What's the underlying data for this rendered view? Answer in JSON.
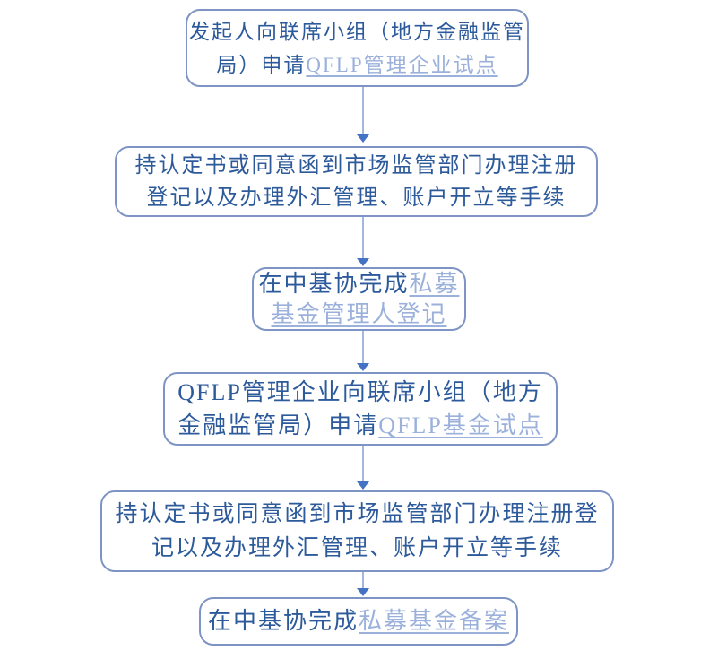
{
  "diagram": {
    "type": "flowchart",
    "direction": "top-down",
    "background": "#ffffff",
    "colors": {
      "node_border": "#7E94C4",
      "text": "#2D5A9B",
      "link_text": "#9BB1DB",
      "arrow_line": "#A2B8DC",
      "arrow_head": "#4472C4"
    },
    "steps": [
      {
        "name": "apply-qflp-management-enterprise-pilot",
        "lines": [
          {
            "segments": [
              {
                "text": "发起人向联席小组（地方金融监管",
                "style": "normal"
              }
            ]
          },
          {
            "segments": [
              {
                "text": "局）申请",
                "style": "normal"
              },
              {
                "text": "QFLP管理企业试点",
                "style": "link"
              }
            ]
          }
        ]
      },
      {
        "name": "registration-and-forex-procedures-1",
        "lines": [
          {
            "segments": [
              {
                "text": "持认定书或同意函到市场监管部门办理注册",
                "style": "normal"
              }
            ]
          },
          {
            "segments": [
              {
                "text": "登记以及办理外汇管理、账户开立等手续",
                "style": "normal"
              }
            ]
          }
        ]
      },
      {
        "name": "private-fund-manager-registration",
        "lines": [
          {
            "segments": [
              {
                "text": "在中基协完成",
                "style": "normal"
              },
              {
                "text": "私募",
                "style": "link"
              }
            ]
          },
          {
            "segments": [
              {
                "text": "基金管理人登记",
                "style": "link"
              }
            ]
          }
        ]
      },
      {
        "name": "apply-qflp-fund-pilot",
        "lines": [
          {
            "segments": [
              {
                "text": "QFLP管理企业向联席小组（地方",
                "style": "normal"
              }
            ]
          },
          {
            "segments": [
              {
                "text": "金融监管局）申请",
                "style": "normal"
              },
              {
                "text": "QFLP基金试点",
                "style": "link"
              }
            ]
          }
        ]
      },
      {
        "name": "registration-and-forex-procedures-2",
        "lines": [
          {
            "segments": [
              {
                "text": "持认定书或同意函到市场监管部门办理注册登",
                "style": "normal"
              }
            ]
          },
          {
            "segments": [
              {
                "text": "记以及办理外汇管理、账户开立等手续",
                "style": "normal"
              }
            ]
          }
        ]
      },
      {
        "name": "private-fund-filing",
        "lines": [
          {
            "segments": [
              {
                "text": "在中基协完成",
                "style": "normal"
              },
              {
                "text": "私募基金备案",
                "style": "link"
              }
            ]
          }
        ]
      }
    ],
    "connections": [
      {
        "from": 1,
        "to": 2,
        "direction": "down"
      },
      {
        "from": 2,
        "to": 3,
        "direction": "down"
      },
      {
        "from": 3,
        "to": 4,
        "direction": "down"
      },
      {
        "from": 4,
        "to": 5,
        "direction": "down"
      },
      {
        "from": 5,
        "to": 6,
        "direction": "down"
      }
    ]
  }
}
